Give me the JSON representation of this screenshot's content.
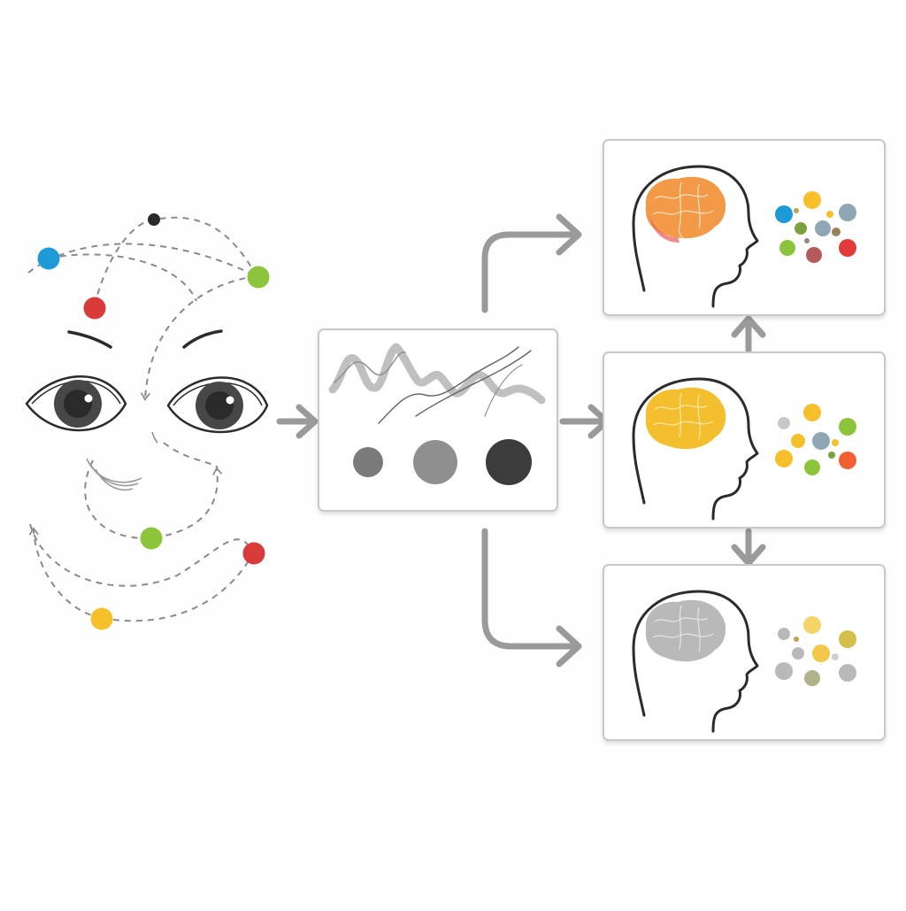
{
  "colors": {
    "background": "#fefefe",
    "ink": "#2b2b2b",
    "connector_gray": "#9a9a9a",
    "dashed_path": "#8a8a8a",
    "panel_border": "#c8c8c8",
    "dot_blue": "#1e9bd7",
    "dot_red": "#d93a3a",
    "dot_green": "#8cc43c",
    "dot_yellow": "#f5c02a",
    "dot_black": "#2b2b2b",
    "brain_orange": "#f39a48",
    "brain_yellow": "#f4bf2e",
    "brain_gray": "#b9b9b9",
    "signal_light": "#7a7a7a",
    "signal_mid": "#8f8f8f",
    "signal_dark": "#3c3c3c"
  },
  "face": {
    "icon": "face-with-eye-tracking-paths-icon",
    "gaze_dot_colors": [
      "blue",
      "black",
      "red",
      "green",
      "green",
      "red",
      "yellow"
    ]
  },
  "signal_panel": {
    "icon": "signal-waveform-icon",
    "level_markers": [
      "light",
      "mid",
      "dark"
    ]
  },
  "result_panels": [
    {
      "icon": "head-profile-brain-icon",
      "brain_color": "orange",
      "mood": "colorful"
    },
    {
      "icon": "head-profile-brain-icon",
      "brain_color": "yellow",
      "mood": "warm"
    },
    {
      "icon": "head-profile-brain-icon",
      "brain_color": "gray",
      "mood": "muted"
    }
  ]
}
